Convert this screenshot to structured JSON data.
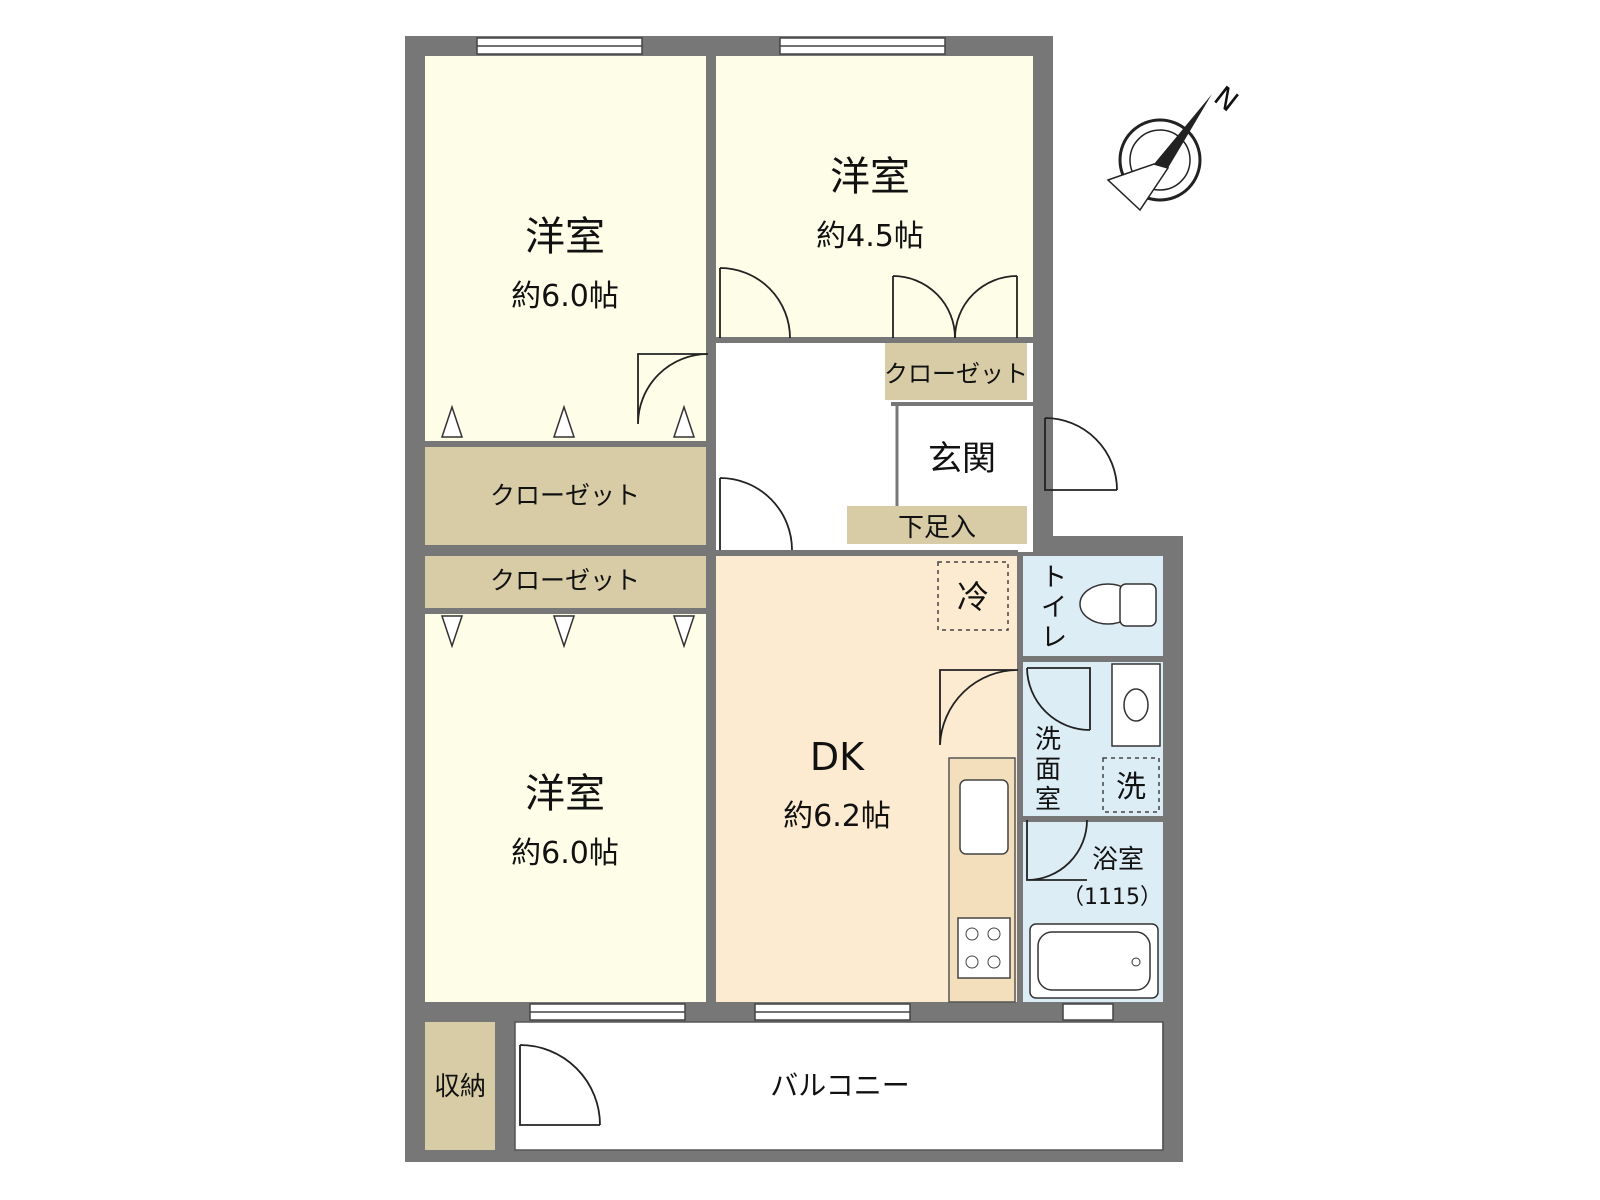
{
  "rooms": {
    "western_nw": {
      "name": "洋室",
      "size": "約6.0帖"
    },
    "western_ne": {
      "name": "洋室",
      "size": "約4.5帖"
    },
    "western_sw": {
      "name": "洋室",
      "size": "約6.0帖"
    },
    "dk": {
      "name": "DK",
      "size": "約6.2帖"
    },
    "closet_upper": "クローゼット",
    "closet_lower": "クローゼット",
    "closet_ne": "クローゼット",
    "entrance": "玄関",
    "shoe_storage": "下足入",
    "fridge": "冷",
    "toilet": [
      "ト",
      "イ",
      "レ"
    ],
    "washroom": [
      "洗",
      "面",
      "室"
    ],
    "washer": "洗",
    "bathroom": {
      "name": "浴室",
      "size": "（1115）"
    },
    "storage": "収納",
    "balcony": "バルコニー"
  },
  "compass": {
    "letter": "N"
  },
  "colors": {
    "wall": "#777777",
    "western_room": "#fdfde8",
    "dk": "#fcebd0",
    "closet": "#d8cca6",
    "wet_area": "#dcedf5",
    "floor": "#ffffff"
  }
}
